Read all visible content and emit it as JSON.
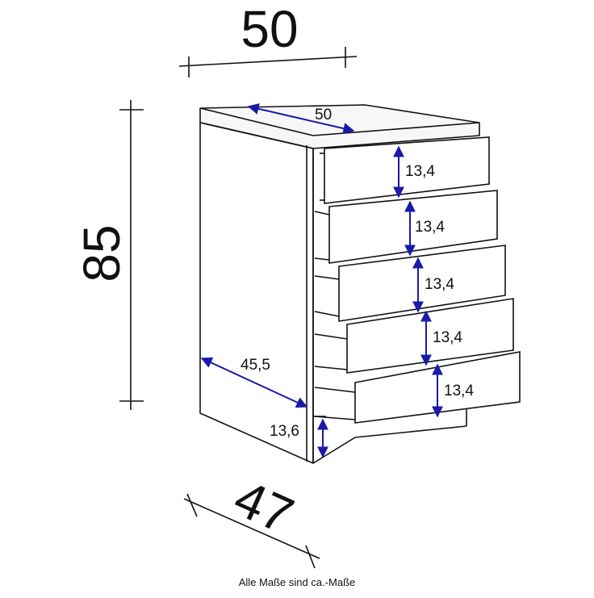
{
  "diagram": {
    "width_total": "50",
    "height_total": "85",
    "depth_total": "47",
    "top_width": "50",
    "inner_depth": "45,5",
    "plinth_height": "13,6",
    "drawers": [
      {
        "height": "13,4"
      },
      {
        "height": "13,4"
      },
      {
        "height": "13,4"
      },
      {
        "height": "13,4"
      },
      {
        "height": "13,4"
      }
    ],
    "caption": "Alle Maße sind ca.-Maße",
    "colors": {
      "line": "#111111",
      "arrow": "#1a1aa8",
      "background": "#ffffff"
    }
  }
}
